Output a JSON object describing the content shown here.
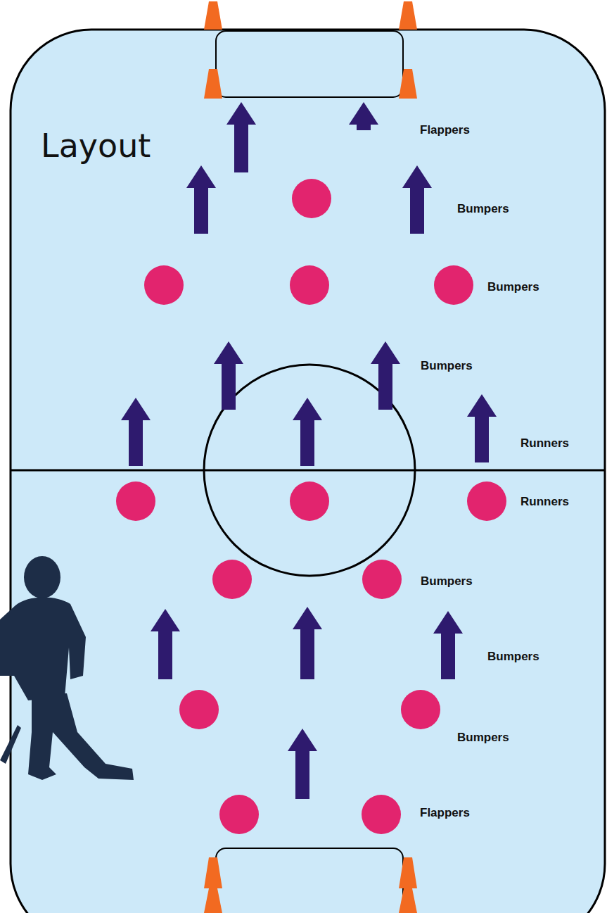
{
  "diagram": {
    "title": "Layout",
    "labels": [
      "Flappers",
      "Bumpers",
      "Bumpers",
      "Bumpers",
      "Runners",
      "Runners",
      "Bumpers",
      "Bumpers",
      "Bumpers",
      "Flappers"
    ]
  }
}
